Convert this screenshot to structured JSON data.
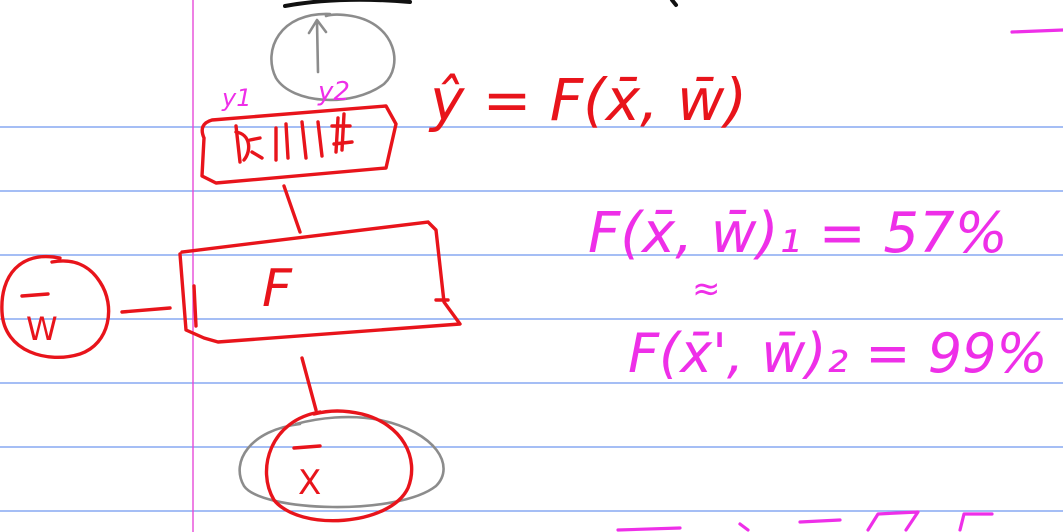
{
  "notes": {
    "labels": {
      "y1": "y1",
      "y2": "y2",
      "F_box": "F",
      "W_circle": "W",
      "X_circle": "X"
    },
    "equation_main": "ŷ = F(x̄, w̄)",
    "equation_1": "F(x̄, w̄)₁ = 57%",
    "approx_symbol": "≈",
    "equation_2": "F(x̄', w̄)₂ = 99%"
  },
  "colors": {
    "red_ink": "#e8141b",
    "magenta_ink": "#ee2fe8",
    "gray_ink": "#8c8c8c",
    "rule_blue": "#6f98ef",
    "margin_pink": "#e64ad8"
  }
}
